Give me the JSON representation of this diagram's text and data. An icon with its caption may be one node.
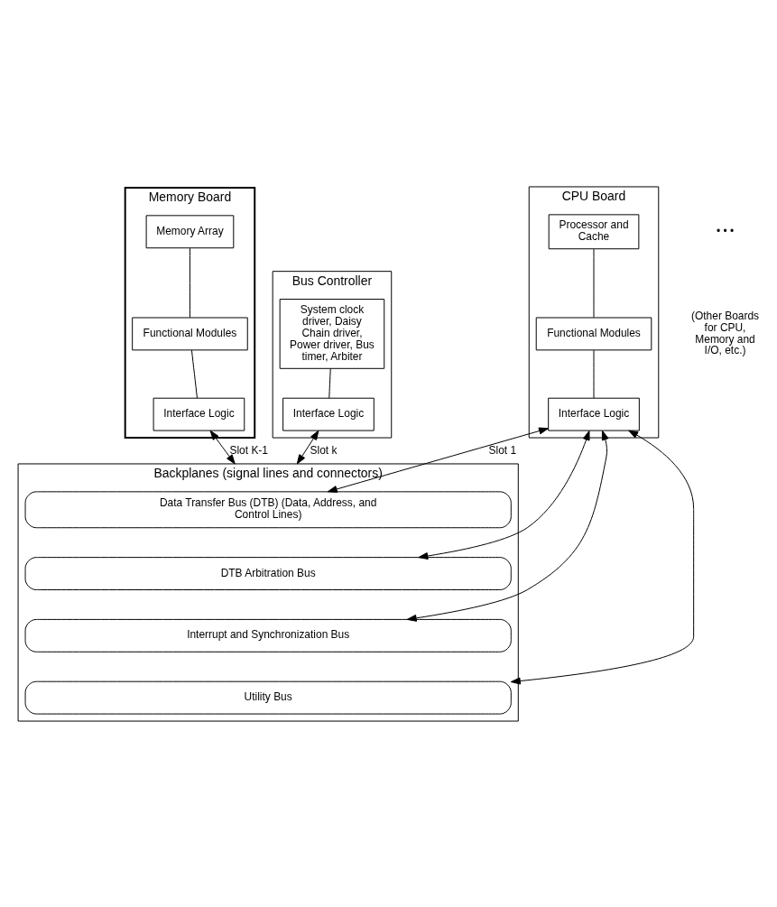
{
  "diagram": {
    "nodes": [
      {
        "text": [
          "CPU Board"
        ]
      },
      {
        "text": [
          "Processor and Cache"
        ],
        "in": 0
      },
      {
        "text": [
          "Functional Modules"
        ],
        "in": 0
      },
      {
        "text": [
          "Interface Logic"
        ],
        "in": 0
      },
      {
        "text": [
          "Memory Board"
        ]
      },
      {
        "text": [
          "Memory Array"
        ],
        "in": 4
      },
      {
        "text": [
          "Functional Modules"
        ],
        "in": 4
      },
      {
        "text": [
          "Interface Logic"
        ],
        "in": 4
      },
      {
        "text": [
          "Bus Controller"
        ]
      },
      {
        "text": [
          "System clock driver, Daisy Chain driver, Power driver, Bus timer, Arbiter"
        ],
        "in": 8
      },
      {
        "text": [
          "Interface Logic"
        ],
        "in": 8
      },
      {
        "text": [
          "Backplanes (signal lines and connectors)"
        ]
      },
      {
        "text": [
          "Data Transfer Bus (DTB) (Data, Address, and Control Lines)"
        ],
        "in": 11
      },
      {
        "text": [
          "DTB Arbitration Bus"
        ],
        "in": 11
      },
      {
        "text": [
          "Interrupt and Synchronization Bus"
        ],
        "in": 11
      },
      {
        "text": [
          "Utility Bus"
        ],
        "in": 11
      }
    ],
    "edges": [
      {
        "from": 1,
        "to": 2,
        "arrow": "none"
      },
      {
        "from": 2,
        "to": 3,
        "arrow": "none"
      },
      {
        "from": 5,
        "to": 6,
        "arrow": "none"
      },
      {
        "from": 6,
        "to": 7,
        "arrow": "none"
      },
      {
        "from": 9,
        "to": 10,
        "arrow": "none"
      },
      {
        "from": 3,
        "to": 12,
        "arrow": "both",
        "label": "Slot 1"
      },
      {
        "from": 3,
        "to": 13,
        "arrow": "both"
      },
      {
        "from": 3,
        "to": 14,
        "arrow": "both"
      },
      {
        "from": 3,
        "to": 15,
        "arrow": "both"
      },
      {
        "from": 7,
        "to": 11,
        "arrow": "both",
        "label": "Slot K-1"
      },
      {
        "from": 10,
        "to": 11,
        "arrow": "both",
        "label": "Slot k"
      }
    ],
    "labels": [
      "• • •",
      "(Other Boards for CPU, Memory and I/O, etc.)"
    ]
  }
}
